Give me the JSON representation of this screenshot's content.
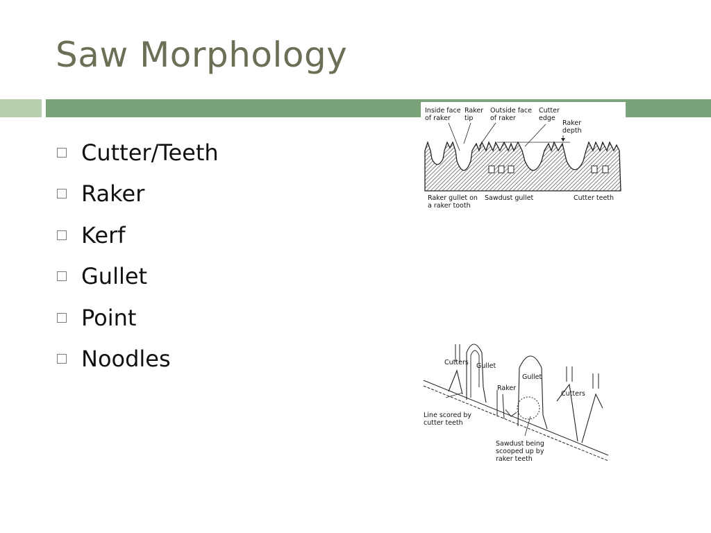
{
  "slide": {
    "title": "Saw Morphology",
    "bullets": [
      {
        "label": "Cutter/Teeth"
      },
      {
        "label": "Raker"
      },
      {
        "label": "Kerf"
      },
      {
        "label": "Gullet"
      },
      {
        "label": "Point"
      },
      {
        "label": "Noodles"
      }
    ]
  },
  "diagram_top": {
    "labels": {
      "inside_face_1": "Inside face",
      "inside_face_2": "of raker",
      "raker_tip_1": "Raker",
      "raker_tip_2": "tip",
      "outside_face_1": "Outside face",
      "outside_face_2": "of raker",
      "cutter_edge_1": "Cutter",
      "cutter_edge_2": "edge",
      "raker_depth_1": "Raker",
      "raker_depth_2": "depth",
      "raker_gullet_1": "Raker gullet on",
      "raker_gullet_2": "a raker tooth",
      "sawdust_gullet": "Sawdust gullet",
      "cutter_teeth": "Cutter teeth"
    }
  },
  "diagram_bottom": {
    "labels": {
      "cutters_left": "Cutters",
      "gullet_left": "Gullet",
      "gullet_right": "Gullet",
      "raker": "Raker",
      "cutters_right": "Cutters",
      "line_scored_1": "Line scored by",
      "line_scored_2": "cutter teeth",
      "sawdust_1": "Sawdust being",
      "sawdust_2": "scooped up by",
      "sawdust_3": "raker teeth"
    }
  },
  "colors": {
    "title": "#6b6f55",
    "bar_light": "#b9ceac",
    "bar_dark": "#7aa37a",
    "text": "#111111"
  }
}
